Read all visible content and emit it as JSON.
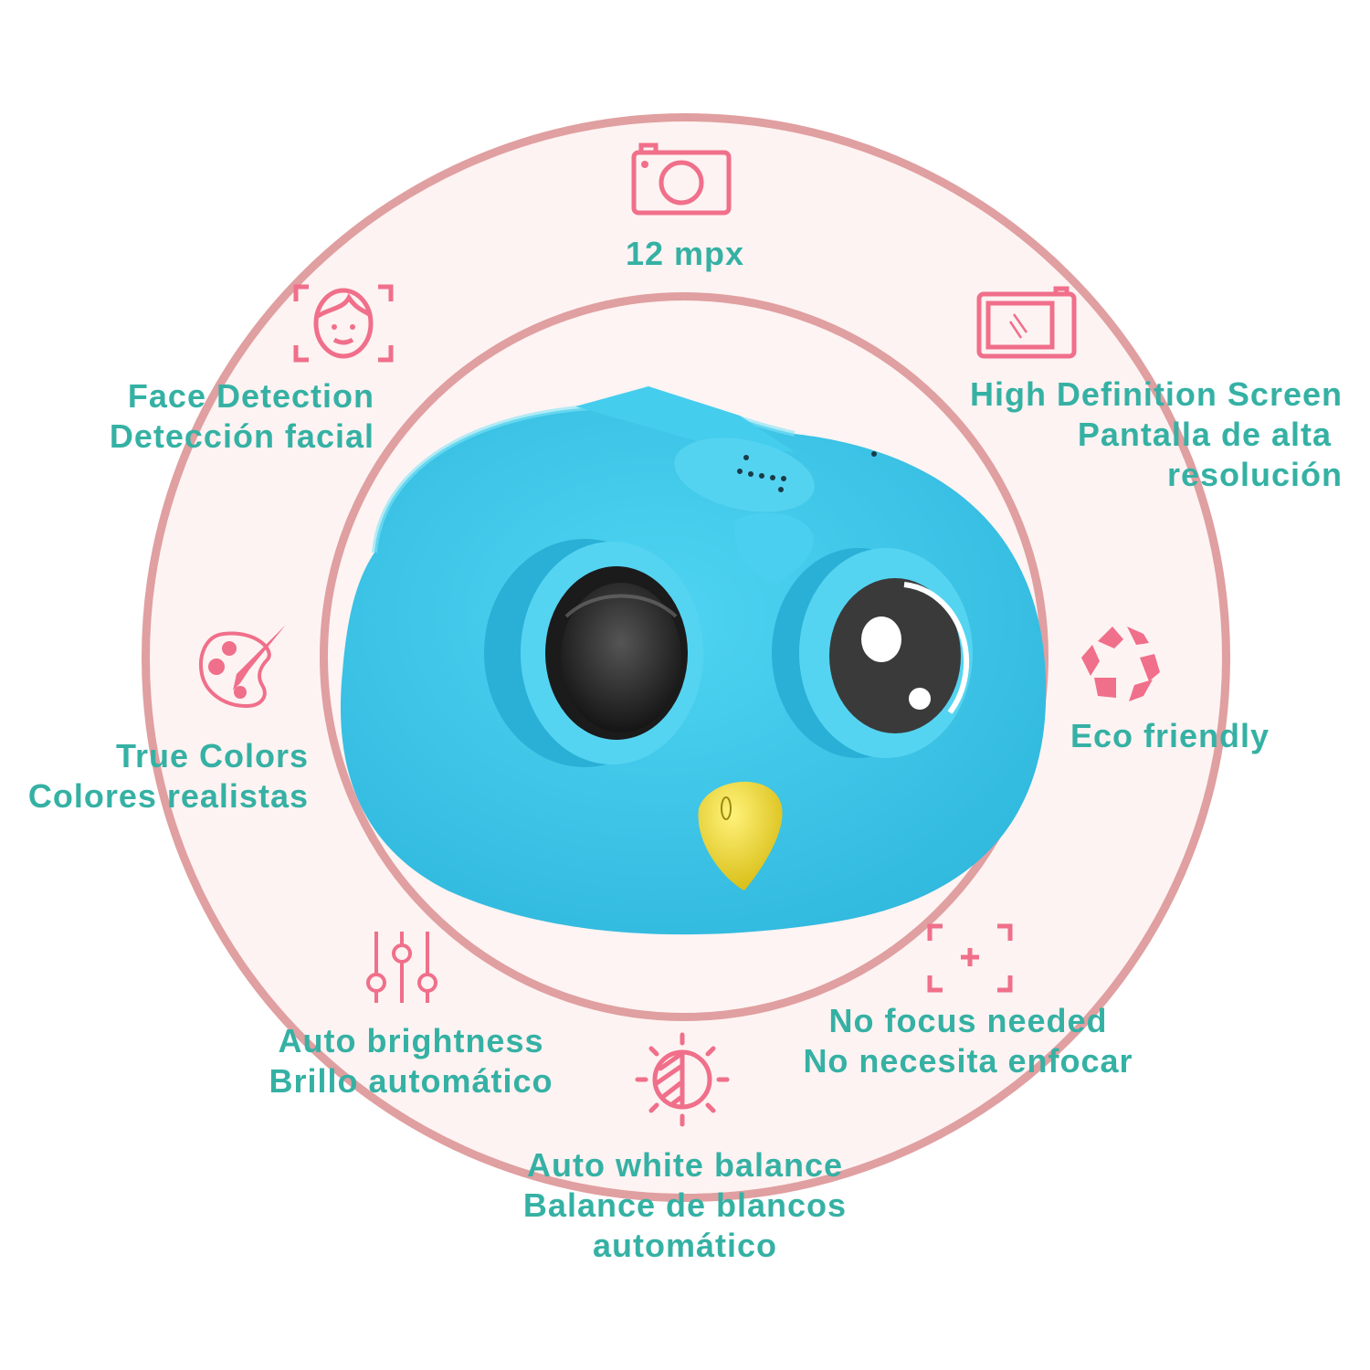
{
  "colors": {
    "text_accent": "#35b1a4",
    "icon_pink": "#f06f8a",
    "ring_border": "#e09fa0",
    "ring_fill": "#fdf3f2",
    "camera_body": "#3fc8ea",
    "camera_beak": "#f1dc3b"
  },
  "product": {
    "name": "kids-bird-camera",
    "color": "blue"
  },
  "features": [
    {
      "id": "megapixels",
      "icon": "camera-icon",
      "lines": [
        "12 mpx"
      ]
    },
    {
      "id": "face-detection",
      "icon": "face-scan-icon",
      "lines": [
        "Face Detection",
        "Detección facial"
      ]
    },
    {
      "id": "hd-screen",
      "icon": "screen-icon",
      "lines": [
        "High Definition Screen",
        "Pantalla de alta",
        "resolución"
      ]
    },
    {
      "id": "true-colors",
      "icon": "palette-icon",
      "lines": [
        "True Colors",
        "Colores realistas"
      ]
    },
    {
      "id": "eco-friendly",
      "icon": "recycle-icon",
      "lines": [
        "Eco friendly"
      ]
    },
    {
      "id": "auto-brightness",
      "icon": "sliders-icon",
      "lines": [
        "Auto brightness",
        "Brillo automático"
      ]
    },
    {
      "id": "no-focus",
      "icon": "focus-frame-icon",
      "lines": [
        "No focus needed",
        "No necesita enfocar"
      ]
    },
    {
      "id": "auto-white-balance",
      "icon": "white-balance-sun-icon",
      "lines": [
        "Auto white balance",
        "Balance de blancos",
        "automático"
      ]
    }
  ]
}
